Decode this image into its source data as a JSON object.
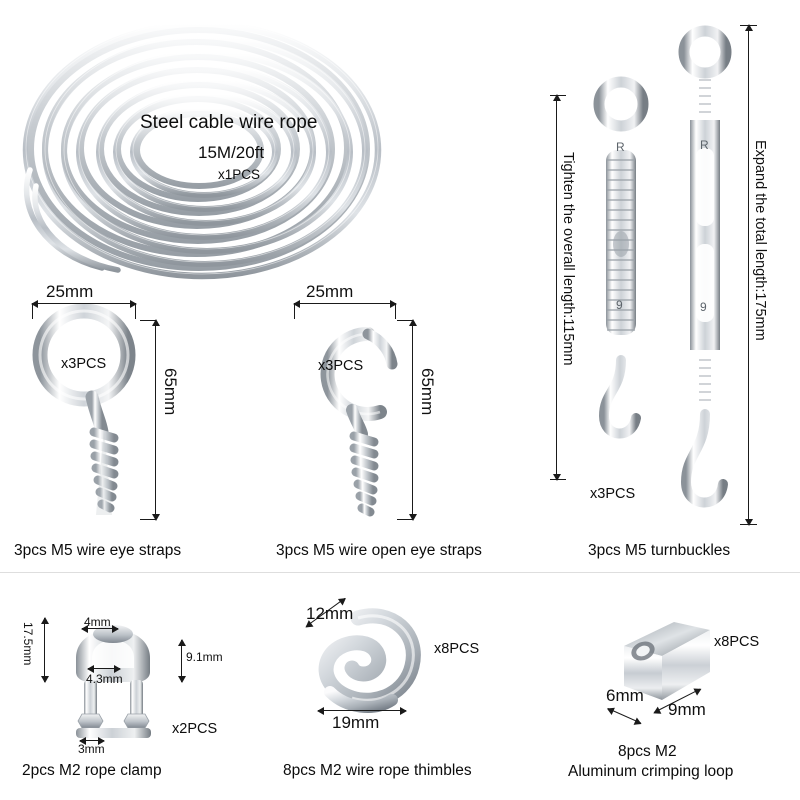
{
  "product": {
    "items": [
      {
        "id": "wire-rope-coil",
        "title": "Steel cable wire rope",
        "length": "15M/20ft",
        "qty": "x1PCS"
      },
      {
        "id": "eye-straps",
        "caption": "3pcs M5 wire eye straps",
        "qty": "x3PCS",
        "dim_width": "25mm",
        "dim_height": "65mm"
      },
      {
        "id": "open-eye-straps",
        "caption": "3pcs M5 wire open eye straps",
        "qty": "x3PCS",
        "dim_width": "25mm",
        "dim_height": "65mm"
      },
      {
        "id": "turnbuckles",
        "caption": "3pcs M5 turnbuckles",
        "qty": "x3PCS",
        "dim_left": "Tighten the overall length:115mm",
        "dim_right": "Expand the total length:175mm",
        "stamp_left": "R",
        "stamp_left_2": "9",
        "stamp_right": "R",
        "stamp_right_2": "9"
      },
      {
        "id": "rope-clamp",
        "caption": "2pcs M2 rope clamp",
        "qty": "x2PCS",
        "dim_height": "17.5mm",
        "dim_top": "4mm",
        "dim_inner": "4.3mm",
        "dim_right": "9.1mm",
        "dim_bottom": "3mm"
      },
      {
        "id": "wire-rope-thimbles",
        "caption": "8pcs M2 wire rope thimbles",
        "qty": "x8PCS",
        "dim_top": "12mm",
        "dim_bottom": "19mm"
      },
      {
        "id": "aluminum-crimping-loop",
        "caption_line1": "8pcs M2",
        "caption_line2": "Aluminum crimping loop",
        "qty": "x8PCS",
        "dim_left": "6mm",
        "dim_right": "9mm"
      }
    ]
  },
  "colors": {
    "background": "#ffffff",
    "text": "#0b0b0b",
    "line": "#1a1a1a",
    "metal_light": "#f2f3f4",
    "metal_mid": "#c9cdd2",
    "metal_dark": "#8d949c",
    "metal_shadow": "#6b7178"
  }
}
